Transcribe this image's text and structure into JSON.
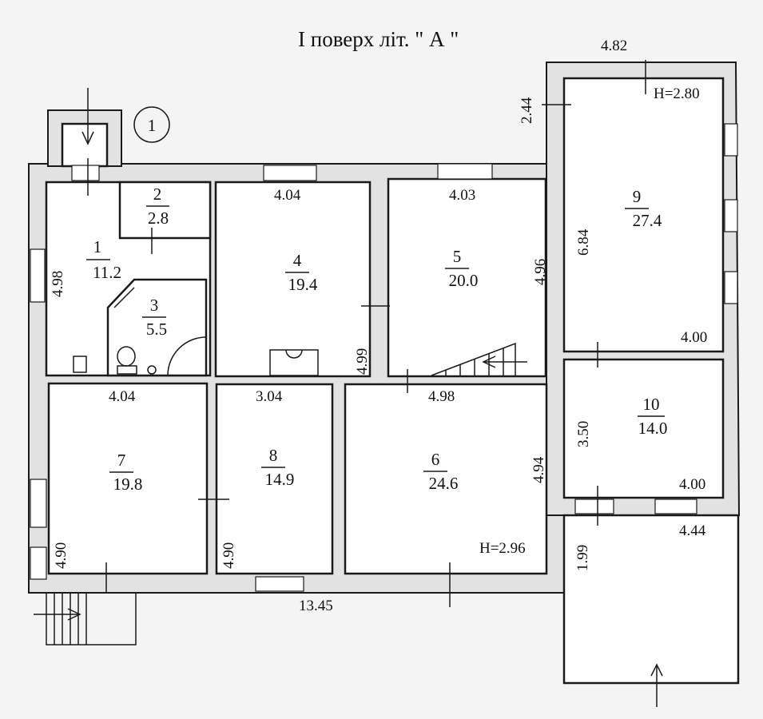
{
  "title": "I поверх  літ. \" А \"",
  "sheet_marker": "1",
  "rooms": [
    {
      "num": "1",
      "area": "11.2"
    },
    {
      "num": "2",
      "area": "2.8"
    },
    {
      "num": "3",
      "area": "5.5"
    },
    {
      "num": "4",
      "area": "19.4"
    },
    {
      "num": "5",
      "area": "20.0"
    },
    {
      "num": "6",
      "area": "24.6"
    },
    {
      "num": "7",
      "area": "19.8"
    },
    {
      "num": "8",
      "area": "14.9"
    },
    {
      "num": "9",
      "area": "27.4"
    },
    {
      "num": "10",
      "area": "14.0"
    }
  ],
  "dimensions": {
    "d_482": "4.82",
    "d_244": "2.44",
    "d_h280": "H=2.80",
    "d_404_top": "4.04",
    "d_403": "4.03",
    "d_498_left": "4.98",
    "d_496": "4.96",
    "d_684": "6.84",
    "d_400_a": "4.00",
    "d_499": "4.99",
    "d_404_mid": "4.04",
    "d_304": "3.04",
    "d_498_mid": "4.98",
    "d_350": "3.50",
    "d_494": "4.94",
    "d_400_b": "4.00",
    "d_444": "4.44",
    "d_199": "1.99",
    "d_h296": "H=2.96",
    "d_490_a": "4.90",
    "d_490_b": "4.90",
    "d_1345": "13.45"
  },
  "colors": {
    "ink": "#1a1a1a",
    "paper": "#f4f4f4",
    "wall_fill": "#e2e2e2"
  }
}
